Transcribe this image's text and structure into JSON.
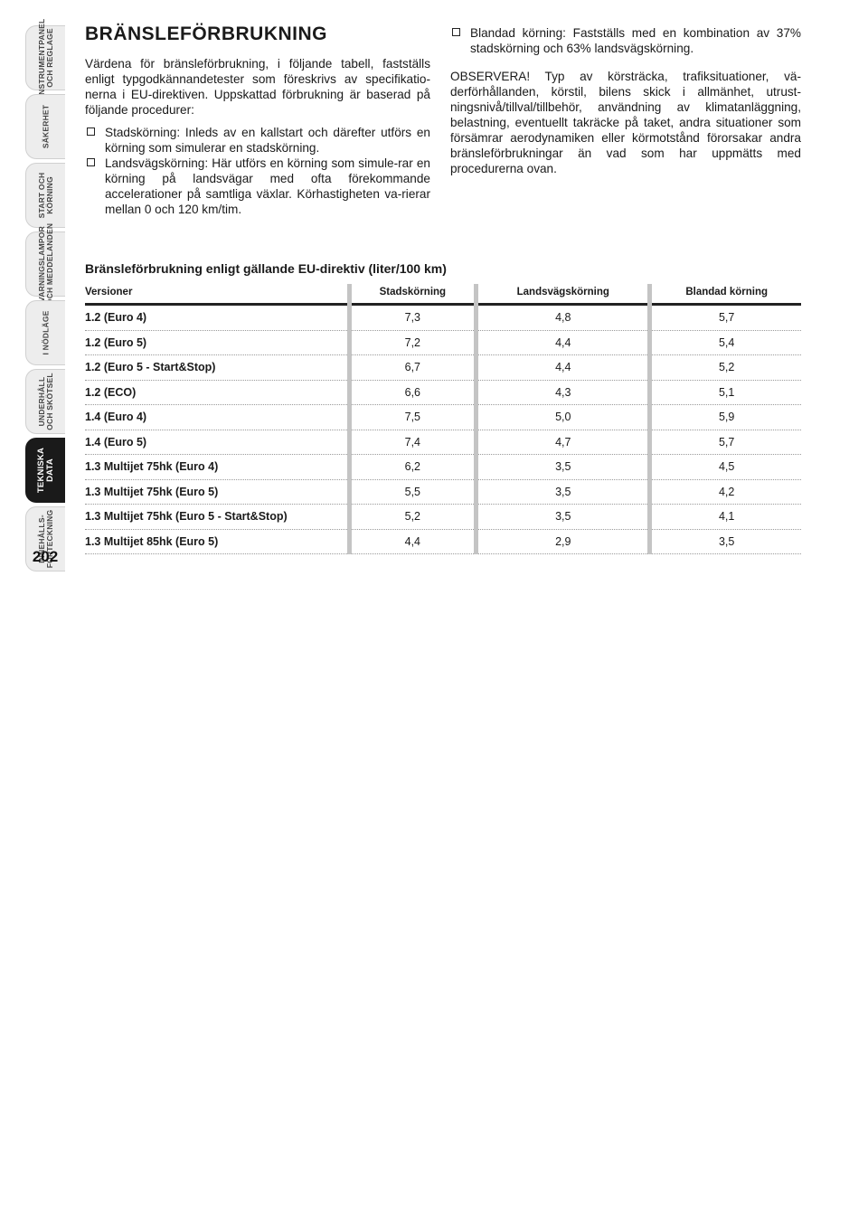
{
  "side_tabs": [
    {
      "label": "INSTRUMENTPANEL\nOCH REGLAGE",
      "active": false
    },
    {
      "label": "SÄKERHET",
      "active": false
    },
    {
      "label": "START OCH\nKÖRNING",
      "active": false
    },
    {
      "label": "VARNINGSLAMPOR\nOCH MEDDELANDEN",
      "active": false
    },
    {
      "label": "I NÖDLÄGE",
      "active": false
    },
    {
      "label": "UNDERHÅLL\nOCH SKÖTSEL",
      "active": false
    },
    {
      "label": "TEKNISKA\nDATA",
      "active": true
    },
    {
      "label": "INNEHÅLLS-\nFÖRTECKNING",
      "active": false
    }
  ],
  "page_number": "202",
  "title": "BRÄNSLEFÖRBRUKNING",
  "intro": "Värdena för bränsleförbrukning, i följande tabell, fastställs enligt typgodkännandetester som föreskrivs av specifikatio-nerna i EU-direktiven. Uppskattad förbrukning är baserad på följande procedurer:",
  "bullets_left": [
    "Stadskörning: Inleds av en kallstart och därefter utförs en körning som simulerar en stadskörning.",
    "Landsvägskörning: Här utförs en körning som simule-rar en körning på landsvägar med ofta förekommande accelerationer på samtliga växlar. Körhastigheten va-rierar mellan 0 och 120 km/tim."
  ],
  "bullet_right": "Blandad körning: Fastställs med en kombination av 37% stadskörning och 63% landsvägskörning.",
  "note": "OBSERVERA! Typ av körsträcka, trafiksituationer, vä-derförhållanden, körstil, bilens skick i allmänhet, utrust-ningsnivå/tillval/tillbehör, användning av klimatanläggning, belastning, eventuellt takräcke på taket, andra situationer som försämrar aerodynamiken eller körmotstånd förorsakar andra bränsleförbrukningar än vad som har uppmätts med procedurerna ovan.",
  "table": {
    "title": "Bränsleförbrukning enligt gällande EU-direktiv (liter/100 km)",
    "headers": [
      "Versioner",
      "Stadskörning",
      "Landsvägskörning",
      "Blandad körning"
    ],
    "rows": [
      [
        "1.2 (Euro 4)",
        "7,3",
        "4,8",
        "5,7"
      ],
      [
        "1.2 (Euro 5)",
        "7,2",
        "4,4",
        "5,4"
      ],
      [
        "1.2 (Euro 5 - Start&Stop)",
        "6,7",
        "4,4",
        "5,2"
      ],
      [
        "1.2 (ECO)",
        "6,6",
        "4,3",
        "5,1"
      ],
      [
        "1.4 (Euro 4)",
        "7,5",
        "5,0",
        "5,9"
      ],
      [
        "1.4 (Euro 5)",
        "7,4",
        "4,7",
        "5,7"
      ],
      [
        "1.3 Multijet 75hk (Euro 4)",
        "6,2",
        "3,5",
        "4,5"
      ],
      [
        "1.3 Multijet 75hk (Euro 5)",
        "5,5",
        "3,5",
        "4,2"
      ],
      [
        "1.3 Multijet 75hk (Euro 5 - Start&Stop)",
        "5,2",
        "3,5",
        "4,1"
      ],
      [
        "1.3 Multijet 85hk (Euro 5)",
        "4,4",
        "2,9",
        "3,5"
      ]
    ]
  }
}
